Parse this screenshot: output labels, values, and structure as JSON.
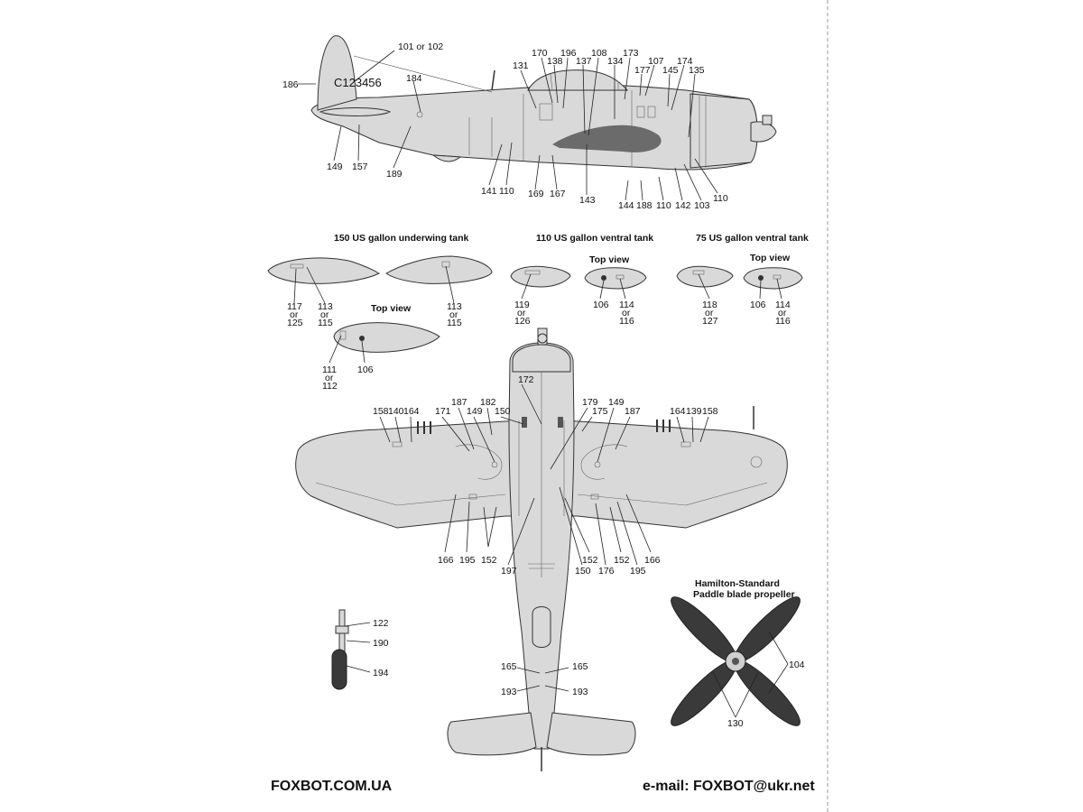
{
  "side_view": {
    "serial": "C123456",
    "labels": [
      {
        "id": "186",
        "text": "186"
      },
      {
        "id": "101or102",
        "text": "101 or 102"
      },
      {
        "id": "184",
        "text": "184"
      },
      {
        "id": "149",
        "text": "149"
      },
      {
        "id": "157",
        "text": "157"
      },
      {
        "id": "189",
        "text": "189"
      },
      {
        "id": "131",
        "text": "131"
      },
      {
        "id": "170",
        "text": "170"
      },
      {
        "id": "138",
        "text": "138"
      },
      {
        "id": "196",
        "text": "196"
      },
      {
        "id": "137",
        "text": "137"
      },
      {
        "id": "108",
        "text": "108"
      },
      {
        "id": "134",
        "text": "134"
      },
      {
        "id": "173",
        "text": "173"
      },
      {
        "id": "177",
        "text": "177"
      },
      {
        "id": "107",
        "text": "107"
      },
      {
        "id": "145",
        "text": "145"
      },
      {
        "id": "174",
        "text": "174"
      },
      {
        "id": "135",
        "text": "135"
      },
      {
        "id": "141",
        "text": "141"
      },
      {
        "id": "110a",
        "text": "110"
      },
      {
        "id": "169",
        "text": "169"
      },
      {
        "id": "167",
        "text": "167"
      },
      {
        "id": "143",
        "text": "143"
      },
      {
        "id": "144",
        "text": "144"
      },
      {
        "id": "188",
        "text": "188"
      },
      {
        "id": "110b",
        "text": "110"
      },
      {
        "id": "142",
        "text": "142"
      },
      {
        "id": "103",
        "text": "103"
      },
      {
        "id": "110c",
        "text": "110"
      }
    ]
  },
  "tanks": {
    "underwing_title": "150 US gallon underwing tank",
    "ventral110_title": "110 US gallon ventral tank",
    "ventral75_title": "75 US gallon ventral tank",
    "top_view": "Top view",
    "labels": [
      {
        "id": "t1",
        "text": "117"
      },
      {
        "id": "t1o",
        "text": "or"
      },
      {
        "id": "t1b",
        "text": "125"
      },
      {
        "id": "t2",
        "text": "113"
      },
      {
        "id": "t2o",
        "text": "or"
      },
      {
        "id": "t2b",
        "text": "115"
      },
      {
        "id": "t3",
        "text": "113"
      },
      {
        "id": "t3o",
        "text": "or"
      },
      {
        "id": "t3b",
        "text": "115"
      },
      {
        "id": "t4",
        "text": "111"
      },
      {
        "id": "t4o",
        "text": "or"
      },
      {
        "id": "t4b",
        "text": "112"
      },
      {
        "id": "t5",
        "text": "106"
      },
      {
        "id": "t6",
        "text": "119"
      },
      {
        "id": "t6o",
        "text": "or"
      },
      {
        "id": "t6b",
        "text": "126"
      },
      {
        "id": "t7",
        "text": "106"
      },
      {
        "id": "t8",
        "text": "114"
      },
      {
        "id": "t8o",
        "text": "or"
      },
      {
        "id": "t8b",
        "text": "116"
      },
      {
        "id": "t9",
        "text": "118"
      },
      {
        "id": "t9o",
        "text": "or"
      },
      {
        "id": "t9b",
        "text": "127"
      },
      {
        "id": "t10",
        "text": "106"
      },
      {
        "id": "t11",
        "text": "114"
      },
      {
        "id": "t11o",
        "text": "or"
      },
      {
        "id": "t11b",
        "text": "116"
      }
    ]
  },
  "plan_view": {
    "labels": [
      {
        "id": "172",
        "text": "172"
      },
      {
        "id": "158a",
        "text": "158"
      },
      {
        "id": "140",
        "text": "140"
      },
      {
        "id": "164a",
        "text": "164"
      },
      {
        "id": "171",
        "text": "171"
      },
      {
        "id": "187a",
        "text": "187"
      },
      {
        "id": "149a",
        "text": "149"
      },
      {
        "id": "182",
        "text": "182"
      },
      {
        "id": "150a",
        "text": "150"
      },
      {
        "id": "179",
        "text": "179"
      },
      {
        "id": "149b",
        "text": "149"
      },
      {
        "id": "175",
        "text": "175"
      },
      {
        "id": "187b",
        "text": "187"
      },
      {
        "id": "164b",
        "text": "164"
      },
      {
        "id": "139",
        "text": "139"
      },
      {
        "id": "158b",
        "text": "158"
      },
      {
        "id": "166a",
        "text": "166"
      },
      {
        "id": "195a",
        "text": "195"
      },
      {
        "id": "152a",
        "text": "152"
      },
      {
        "id": "197",
        "text": "197"
      },
      {
        "id": "150b",
        "text": "150"
      },
      {
        "id": "152b",
        "text": "152"
      },
      {
        "id": "176",
        "text": "176"
      },
      {
        "id": "152c",
        "text": "152"
      },
      {
        "id": "195b",
        "text": "195"
      },
      {
        "id": "166b",
        "text": "166"
      },
      {
        "id": "165a",
        "text": "165"
      },
      {
        "id": "165b",
        "text": "165"
      },
      {
        "id": "193a",
        "text": "193"
      },
      {
        "id": "193b",
        "text": "193"
      }
    ]
  },
  "gear": {
    "labels": [
      {
        "id": "122",
        "text": "122"
      },
      {
        "id": "190",
        "text": "190"
      },
      {
        "id": "194",
        "text": "194"
      }
    ]
  },
  "propeller": {
    "title_line1": "Hamilton-Standard",
    "title_line2": "Paddle blade propeller",
    "labels": [
      {
        "id": "104",
        "text": "104"
      },
      {
        "id": "130",
        "text": "130"
      }
    ]
  },
  "footer": {
    "website": "FOXBOT.COM.UA",
    "email": "e-mail: FOXBOT@ukr.net"
  },
  "colors": {
    "aircraft_fill": "#d9d9d9",
    "outline": "#333333",
    "anti_glare": "#6b6b6b",
    "propeller": "#3a3a3a"
  }
}
